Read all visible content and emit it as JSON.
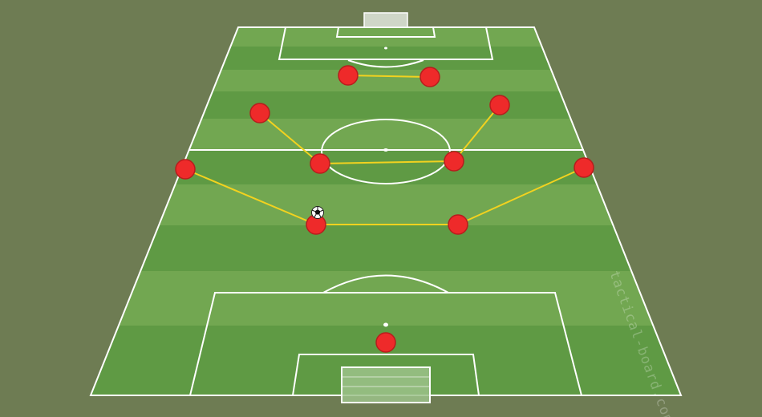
{
  "watermark": "tactical-board.com",
  "colors": {
    "background": "#6e7c53",
    "stripe_light": "#72a751",
    "stripe_dark": "#5f9a44",
    "lines": "#ffffff",
    "player_fill": "#ee2a2a",
    "player_stroke": "#b71d1d",
    "link": "#f2d21f",
    "goal_fill": "#cfd6c7"
  },
  "players": [
    {
      "id": "gk",
      "role": "goalkeeper"
    },
    {
      "id": "lb",
      "role": "left-back"
    },
    {
      "id": "lcb",
      "role": "left-center-back"
    },
    {
      "id": "rcb",
      "role": "right-center-back"
    },
    {
      "id": "rb",
      "role": "right-back"
    },
    {
      "id": "lcm",
      "role": "left-center-midfielder"
    },
    {
      "id": "rcm",
      "role": "right-center-midfielder"
    },
    {
      "id": "lw",
      "role": "left-winger"
    },
    {
      "id": "rw",
      "role": "right-winger"
    },
    {
      "id": "ls",
      "role": "left-striker"
    },
    {
      "id": "rs",
      "role": "right-striker"
    }
  ],
  "links": [
    [
      "lb",
      "lcb"
    ],
    [
      "lcb",
      "rcb"
    ],
    [
      "rcb",
      "rb"
    ],
    [
      "lcm",
      "rcm"
    ],
    [
      "lw",
      "lcm"
    ],
    [
      "rw",
      "rcm"
    ],
    [
      "ls",
      "rs"
    ]
  ],
  "ball": {
    "near_player": "lcb"
  }
}
